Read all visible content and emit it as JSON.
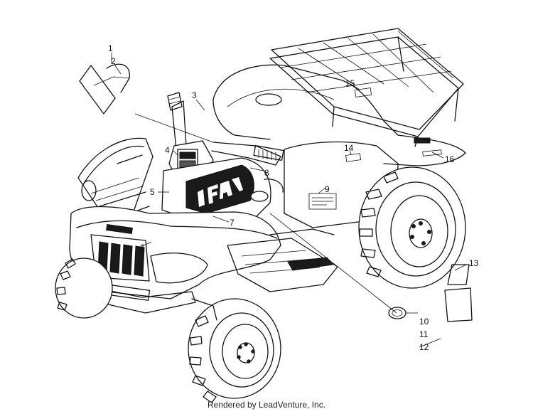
{
  "callouts": {
    "c1": "1",
    "c2": "2",
    "c3": "3",
    "c4": "4",
    "c5": "5",
    "c6": "6",
    "c7": "7",
    "c8": "8",
    "c9": "9",
    "c10": "10",
    "c11": "11",
    "c12": "12",
    "c13": "13",
    "c14": "14",
    "c15": "15",
    "c16": "16"
  },
  "footer": {
    "text": "Rendered by LeadVenture, Inc."
  }
}
